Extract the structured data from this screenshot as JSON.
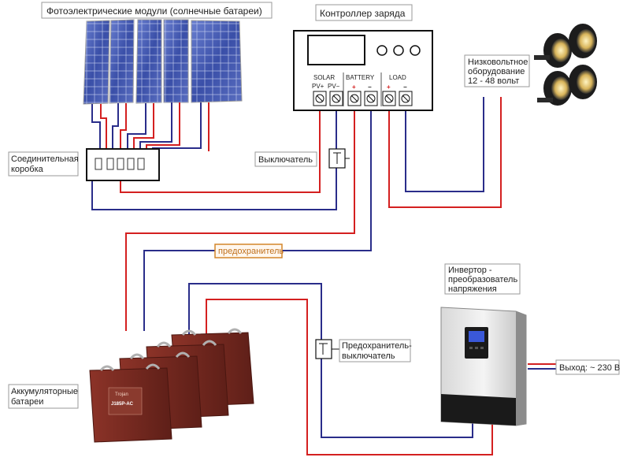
{
  "labels": {
    "solar_panels": "Фотоэлектрические модули (солнечные батареи)",
    "controller": "Контроллер заряда",
    "low_voltage_1": "Низковольтное",
    "low_voltage_2": "оборудование",
    "low_voltage_3": "12 - 48 вольт",
    "junction_1": "Соединительная",
    "junction_2": "коробка",
    "switch": "Выключатель",
    "fuse": "предохранитель",
    "inverter_1": "Инвертор -",
    "inverter_2": "преобразователь",
    "inverter_3": "напряжения",
    "fuse_switch_1": "Предохранитель-",
    "fuse_switch_2": "выключатель",
    "output": "Выход: ~ 230 В",
    "batteries_1": "Аккумуляторные",
    "batteries_2": "батареи"
  },
  "controller_terminals": {
    "solar": "SOLAR",
    "battery": "BATTERY",
    "load": "LOAD",
    "pv_plus": "PV+",
    "pv_minus": "PV−",
    "plus": "+",
    "minus": "−"
  },
  "battery_brand": "Trojan",
  "battery_model": "J185P-AC",
  "colors": {
    "positive_wire": "#d42020",
    "negative_wire": "#2a2d8a",
    "fuse_label": "#d4862a",
    "battery_body": "#7a2a22",
    "panel_blue": "#3a4fa8"
  },
  "icons": [
    "solar-panel-icon",
    "floodlight-icon",
    "battery-icon",
    "inverter-icon",
    "switch-icon",
    "fuse-icon"
  ]
}
